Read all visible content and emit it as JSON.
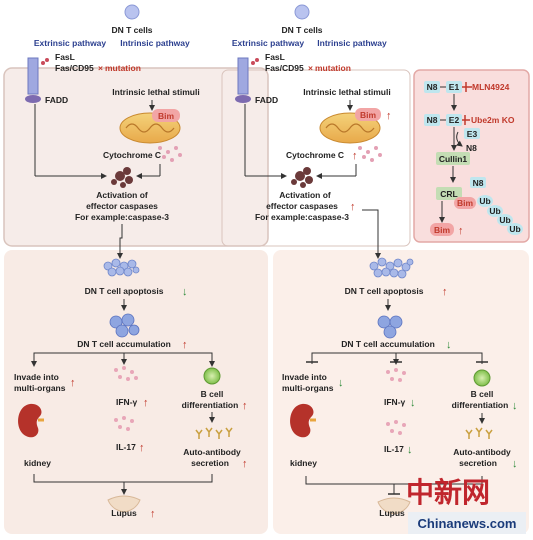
{
  "left": {
    "title": "DN T cells",
    "extrinsic": "Extrinsic pathway",
    "intrinsic": "Intrinsic pathway",
    "fasl": "FasL",
    "fas": "Fas/CD95",
    "mutation": "mutation",
    "fadd": "FADD",
    "stimuli": "Intrinsic lethal stimuli",
    "bim": "Bim",
    "cytochrome": "Cytochrome C",
    "activation1": "Activation of",
    "activation2": "effector caspases",
    "activation3": "For example:caspase-3",
    "apoptosis": "DN T cell apoptosis",
    "accumulation": "DN T cell accumulation",
    "invade1": "Invade into",
    "invade2": "multi-organs",
    "ifn": "IFN-γ",
    "il17": "IL-17",
    "bcell1": "B cell",
    "bcell2": "differentiation",
    "kidney": "kidney",
    "auto1": "Auto-antibody",
    "auto2": "secretion",
    "lupus": "Lupus"
  },
  "right": {
    "title": "DN T cells",
    "extrinsic": "Extrinsic pathway",
    "intrinsic": "Intrinsic pathway",
    "fasl": "FasL",
    "fas": "Fas/CD95",
    "mutation": "mutation",
    "fadd": "FADD",
    "stimuli": "Intrinsic lethal stimuli",
    "bim": "Bim",
    "cytochrome": "Cytochrome C",
    "activation1": "Activation of",
    "activation2": "effector caspases",
    "activation3": "For example:caspase-3",
    "apoptosis": "DN T cell apoptosis",
    "accumulation": "DN T cell accumulation",
    "invade1": "Invade into",
    "invade2": "multi-organs",
    "ifn": "IFN-γ",
    "il17": "IL-17",
    "bcell1": "B cell",
    "bcell2": "differentiation",
    "kidney": "kidney",
    "auto1": "Auto-antibody",
    "auto2": "secretion",
    "lupus": "Lupus"
  },
  "pathway": {
    "n8": "N8",
    "e1": "E1",
    "e2": "E2",
    "e3": "E3",
    "mln": "MLN4924",
    "ube": "Ube2m KO",
    "cullin": "Cullin1",
    "crl": "CRL",
    "bim": "Bim",
    "ub": "Ub"
  },
  "watermark": {
    "chars": "中新网",
    "site": "Chinanews.com"
  },
  "colors": {
    "up_arrow": "#c0392b",
    "down_arrow": "#2e8b3a",
    "pathway_blue": "#2b3f8f",
    "inhibitor_red": "#c0392b"
  }
}
